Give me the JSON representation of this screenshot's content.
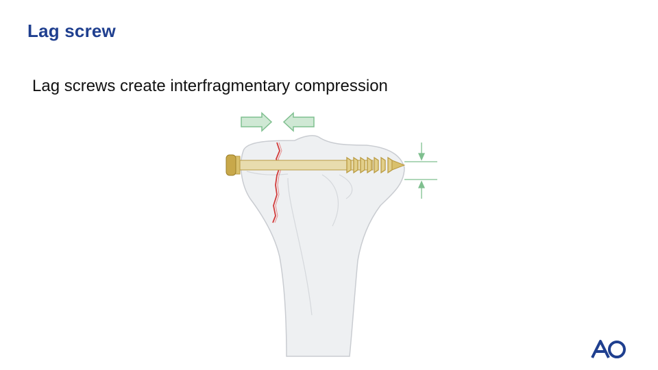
{
  "slide": {
    "title": "Lag screw",
    "body_text": "Lag screws create interfragmentary compression"
  },
  "illustration": {
    "subject": "tibia with lag screw across fracture",
    "colors": {
      "bone_fill": "#eef0f2",
      "bone_outline": "#c9ccd1",
      "screw": "#c8a84a",
      "screw_shaft": "#e8dcae",
      "fracture_line": "#d23a3a",
      "arrows": "#7fbf8f"
    }
  },
  "logo": {
    "text": "AO",
    "color": "#1f3f8f"
  }
}
